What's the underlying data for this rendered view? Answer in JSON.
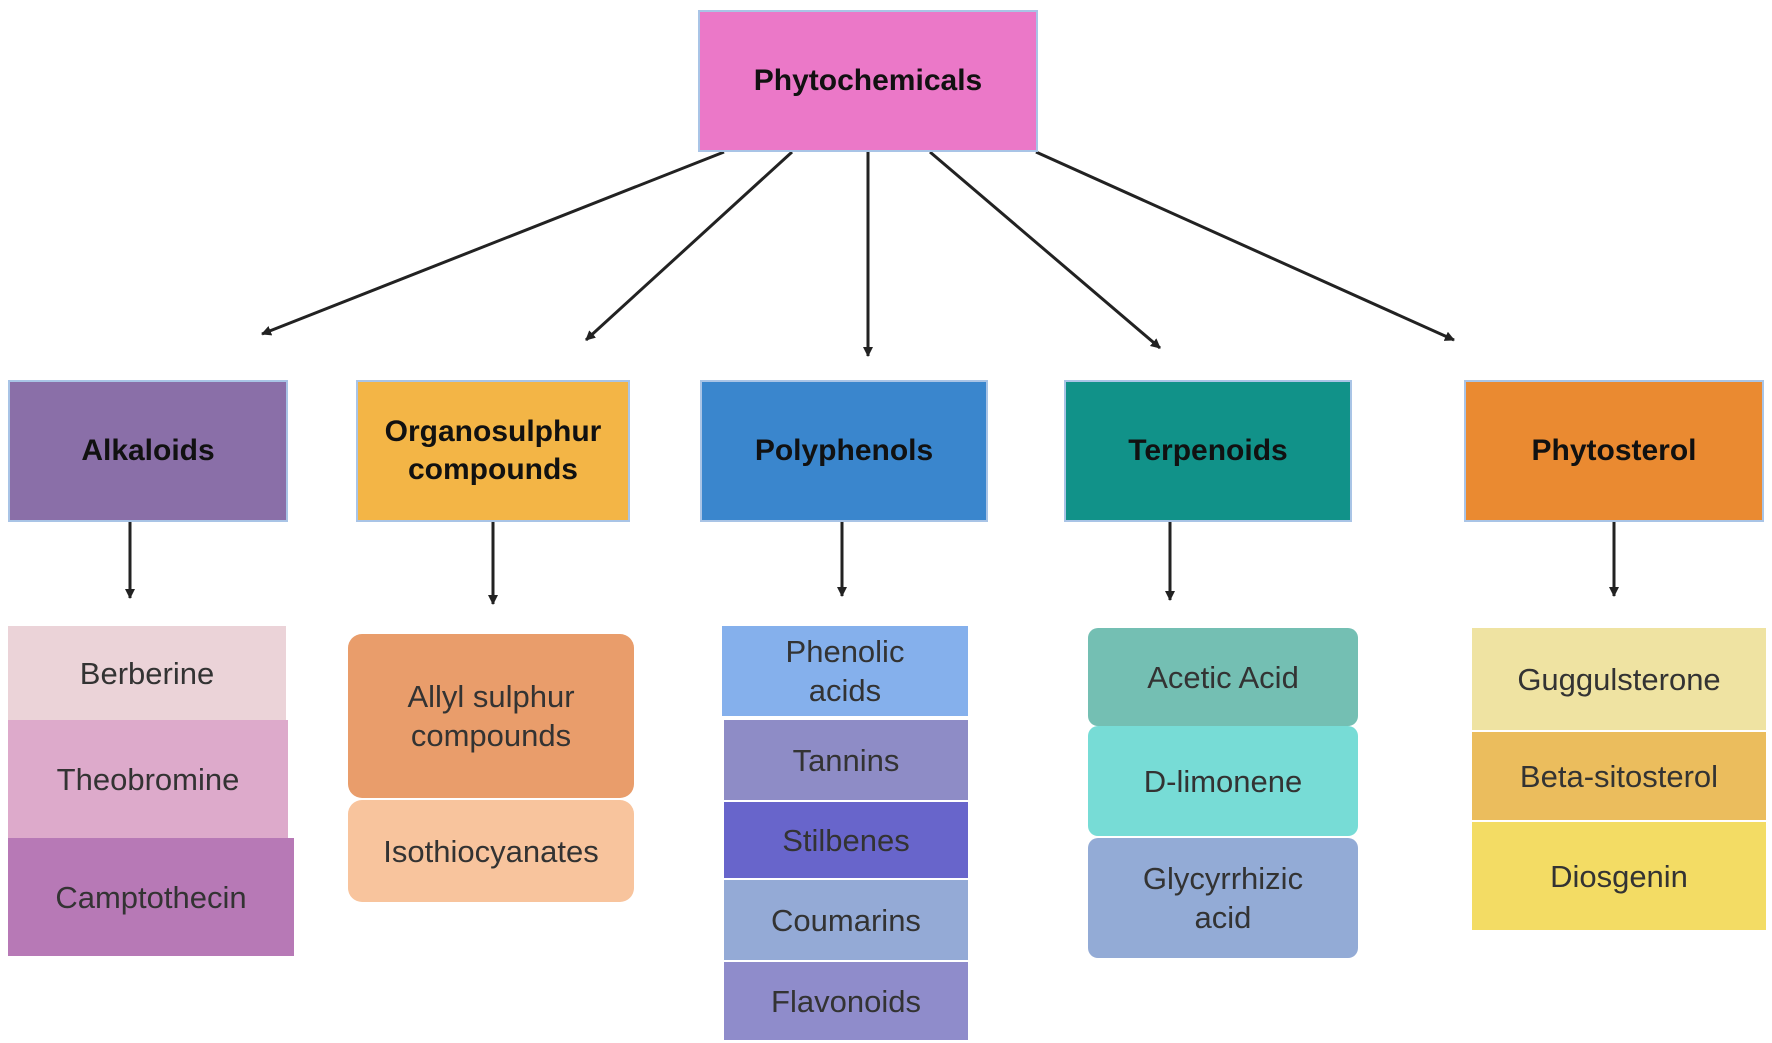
{
  "root": {
    "label": "Phytochemicals",
    "color": "#eb78c8"
  },
  "categories": [
    {
      "label": "Alkaloids",
      "color": "#8a6fa8",
      "items": [
        {
          "label": "Berberine",
          "color": "#ebd3d8"
        },
        {
          "label": "Theobromine",
          "color": "#ddaacb"
        },
        {
          "label": "Camptothecin",
          "color": "#b779b6"
        }
      ]
    },
    {
      "label": "Organosulphur\ncompounds",
      "color": "#f3b546",
      "items": [
        {
          "label": "Allyl sulphur\ncompounds",
          "color": "#e99d6b"
        },
        {
          "label": "Isothiocyanates",
          "color": "#f8c49d"
        }
      ]
    },
    {
      "label": "Polyphenols",
      "color": "#3a86cd",
      "items": [
        {
          "label": "Phenolic\nacids",
          "color": "#85b0ec"
        },
        {
          "label": "Tannins",
          "color": "#8e8cc6"
        },
        {
          "label": "Stilbenes",
          "color": "#6865cb"
        },
        {
          "label": "Coumarins",
          "color": "#94aad6"
        },
        {
          "label": "Flavonoids",
          "color": "#8f8ccb"
        }
      ]
    },
    {
      "label": "Terpenoids",
      "color": "#119289",
      "items": [
        {
          "label": "Acetic Acid",
          "color": "#74bfb3"
        },
        {
          "label": "D-limonene",
          "color": "#77dcd6"
        },
        {
          "label": "Glycyrrhizic\nacid",
          "color": "#93abd6"
        }
      ]
    },
    {
      "label": "Phytosterol",
      "color": "#ea8a31",
      "items": [
        {
          "label": "Guggulsterone",
          "color": "#efe3a2"
        },
        {
          "label": "Beta-sitosterol",
          "color": "#ebbd5d"
        },
        {
          "label": "Diosgenin",
          "color": "#f3dc64"
        }
      ]
    }
  ]
}
